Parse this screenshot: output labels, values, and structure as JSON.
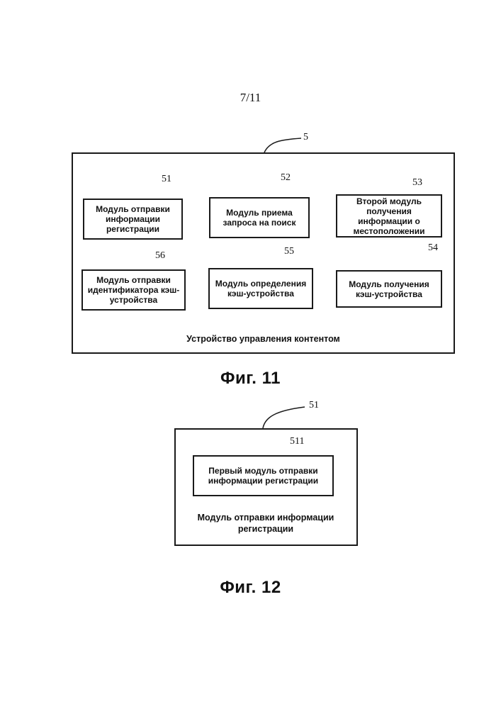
{
  "page_number": "7/11",
  "figure11": {
    "title": "Фиг. 11",
    "container_label": "Устройство управления контентом",
    "container_ref": "5",
    "modules": [
      {
        "ref": "51",
        "label": "Модуль отправки информации регистрации"
      },
      {
        "ref": "52",
        "label": "Модуль приема запроса на поиск"
      },
      {
        "ref": "53",
        "label": "Второй модуль получения информации о местоположении"
      },
      {
        "ref": "54",
        "label": "Модуль получения кэш-устройства"
      },
      {
        "ref": "55",
        "label": "Модуль определения кэш-устройства"
      },
      {
        "ref": "56",
        "label": "Модуль отправки идентификатора кэш-устройства"
      }
    ]
  },
  "figure12": {
    "title": "Фиг. 12",
    "container_label": "Модуль отправки информации регистрации",
    "container_ref": "51",
    "modules": [
      {
        "ref": "511",
        "label": "Первый модуль отправки информации регистрации"
      }
    ]
  }
}
